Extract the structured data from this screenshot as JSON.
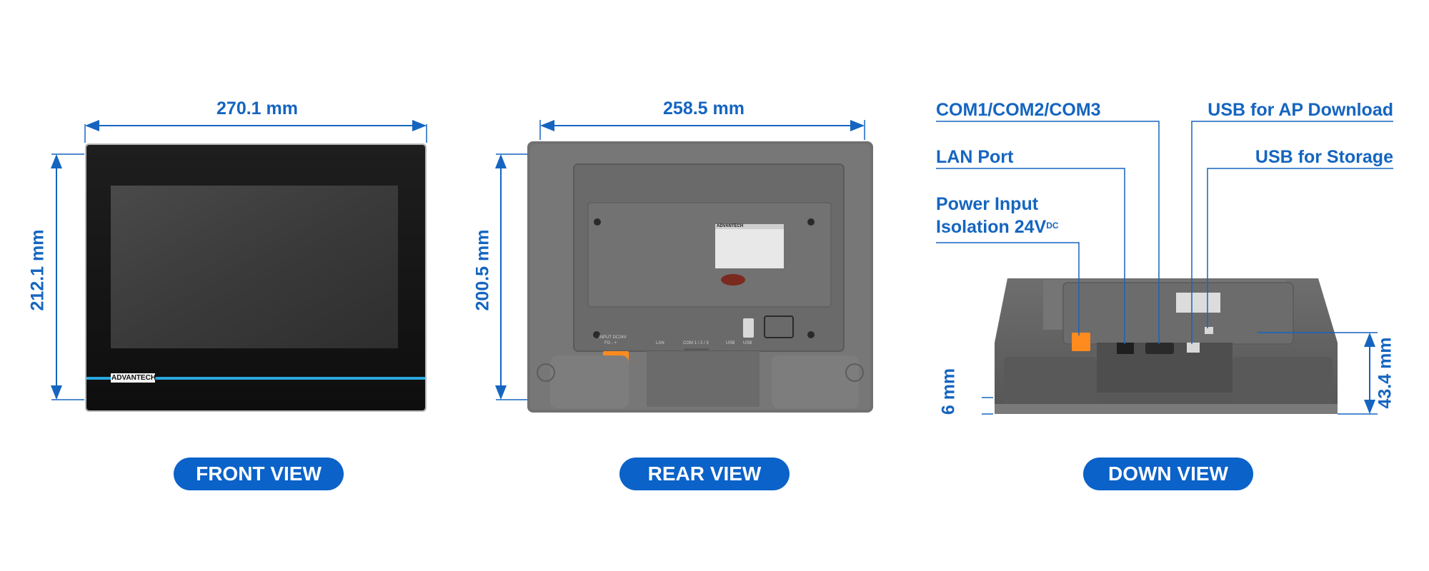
{
  "colors": {
    "accent": "#1565c0",
    "pill": "#0b62c9",
    "device_dark": "#1a1a1a",
    "device_gray": "#6b6b6b"
  },
  "front": {
    "width_label": "270.1 mm",
    "height_label": "212.1 mm",
    "brand": "ADVANTECH",
    "view_label": "FRONT VIEW"
  },
  "rear": {
    "width_label": "258.5 mm",
    "height_label": "200.5 mm",
    "brand": "ADVANTECH",
    "view_label": "REAR VIEW",
    "port_labels": {
      "input": "INPUT DC24V",
      "fg": "FG  -  +",
      "lan": "LAN",
      "com": "COM 1 / 2 / 3",
      "usb": "USB",
      "usb2": "USB"
    }
  },
  "down": {
    "view_label": "DOWN VIEW",
    "height_label": "43.4 mm",
    "bottom_label": "6 mm",
    "callouts": {
      "com": "COM1/COM2/COM3",
      "lan": "LAN Port",
      "power_line1": "Power Input",
      "power_line2": "Isolation 24V",
      "power_sup": "DC",
      "usb_ap": "USB for AP Download",
      "usb_storage": "USB for Storage"
    }
  }
}
